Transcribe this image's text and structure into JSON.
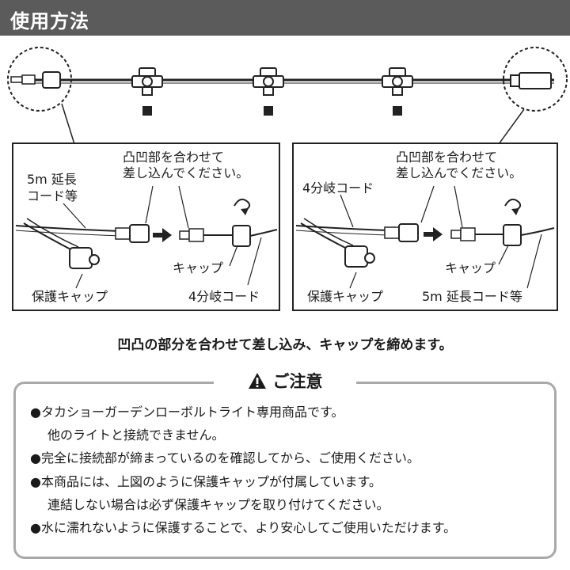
{
  "header": {
    "title": "使用方法"
  },
  "panels": [
    {
      "align_label": [
        "凸凹部を合わせて",
        "差し込んでください。"
      ],
      "left_cable_label": [
        "5m 延長",
        "コード等"
      ],
      "cap_label": "キャップ",
      "protective_cap_label": "保護キャップ",
      "right_cable_label": "4分岐コード"
    },
    {
      "align_label": [
        "凸凹部を合わせて",
        "差し込んでください。"
      ],
      "left_cable_label": [
        "4分岐コード"
      ],
      "cap_label": "キャップ",
      "protective_cap_label": "保護キャップ",
      "right_cable_label": "5m 延長コード等"
    }
  ],
  "instruction": "凹凸の部分を合わせて差し込み、キャップを締めます。",
  "notice": {
    "title": "ご注意",
    "items": [
      [
        "●タカショーガーデンローボルトライト専用商品です。",
        "他のライトと接続できません。"
      ],
      [
        "●完全に接続部が締まっているのを確認してから、ご使用ください。"
      ],
      [
        "●本商品には、上図のように保護キャップが付属しています。",
        "連結しない場合は必ず保護キャップを取り付けてください。"
      ],
      [
        "●水に濡れないように保護することで、より安心してご使用いただけます。"
      ]
    ]
  },
  "colors": {
    "header_bg": "#5b5b5b",
    "notice_border": "#a9a9a9"
  },
  "icons": [
    "warning-icon",
    "arrow-right-icon"
  ]
}
